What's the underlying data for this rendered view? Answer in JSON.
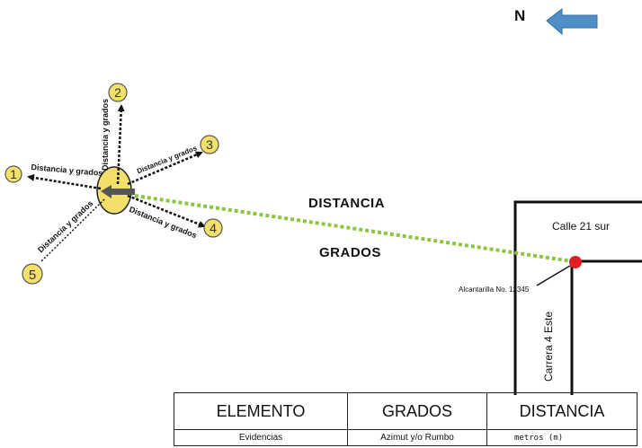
{
  "north": {
    "label": "N",
    "arrow_color": "#4f8fc8"
  },
  "center_label_distance": "DISTANCIA",
  "center_label_degrees": "GRADOS",
  "rays": [
    {
      "number": "1",
      "label": "Distancia y grados"
    },
    {
      "number": "2",
      "label": "Distancia y grados"
    },
    {
      "number": "3",
      "label": "Distancia y grados"
    },
    {
      "number": "4",
      "label": "Distancia y grados"
    },
    {
      "number": "5",
      "label": "Distancia y grados"
    }
  ],
  "streets": {
    "calle": "Calle 21 sur",
    "carrera": "Carrera 4 Este"
  },
  "reference_point": {
    "label": "Alcantarilla No. 12345",
    "color": "#e02020"
  },
  "dotted_line_color": "#8cc63f",
  "center_color": "#f2e06a",
  "legend": {
    "headers": [
      "ELEMENTO",
      "GRADOS",
      "DISTANCIA"
    ],
    "sub": [
      "Evidencias",
      "Azimut  y/o Rumbo",
      "metros (m)"
    ]
  }
}
